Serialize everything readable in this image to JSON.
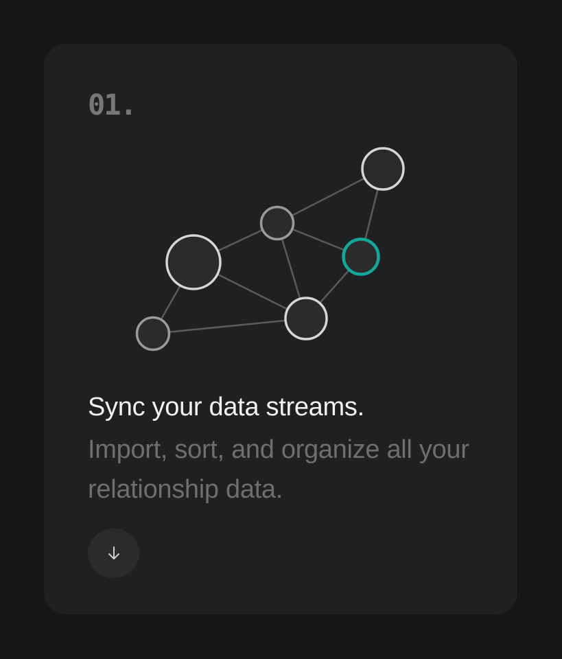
{
  "card": {
    "step_number": "01.",
    "headline": "Sync your data streams.",
    "description": "Import, sort, and organize all your relationship data.",
    "scroll_button_icon": "arrow-down-icon"
  },
  "colors": {
    "background": "#161616",
    "card": "#1f2022",
    "node_fill": "#2b2b2b",
    "node_stroke": "#d6d6d6",
    "node_stroke_dim": "#9a9a9a",
    "edge": "#5a5a5a",
    "accent": "#14a89a",
    "headline": "#f2f2f2",
    "muted": "#6e6e6e"
  }
}
